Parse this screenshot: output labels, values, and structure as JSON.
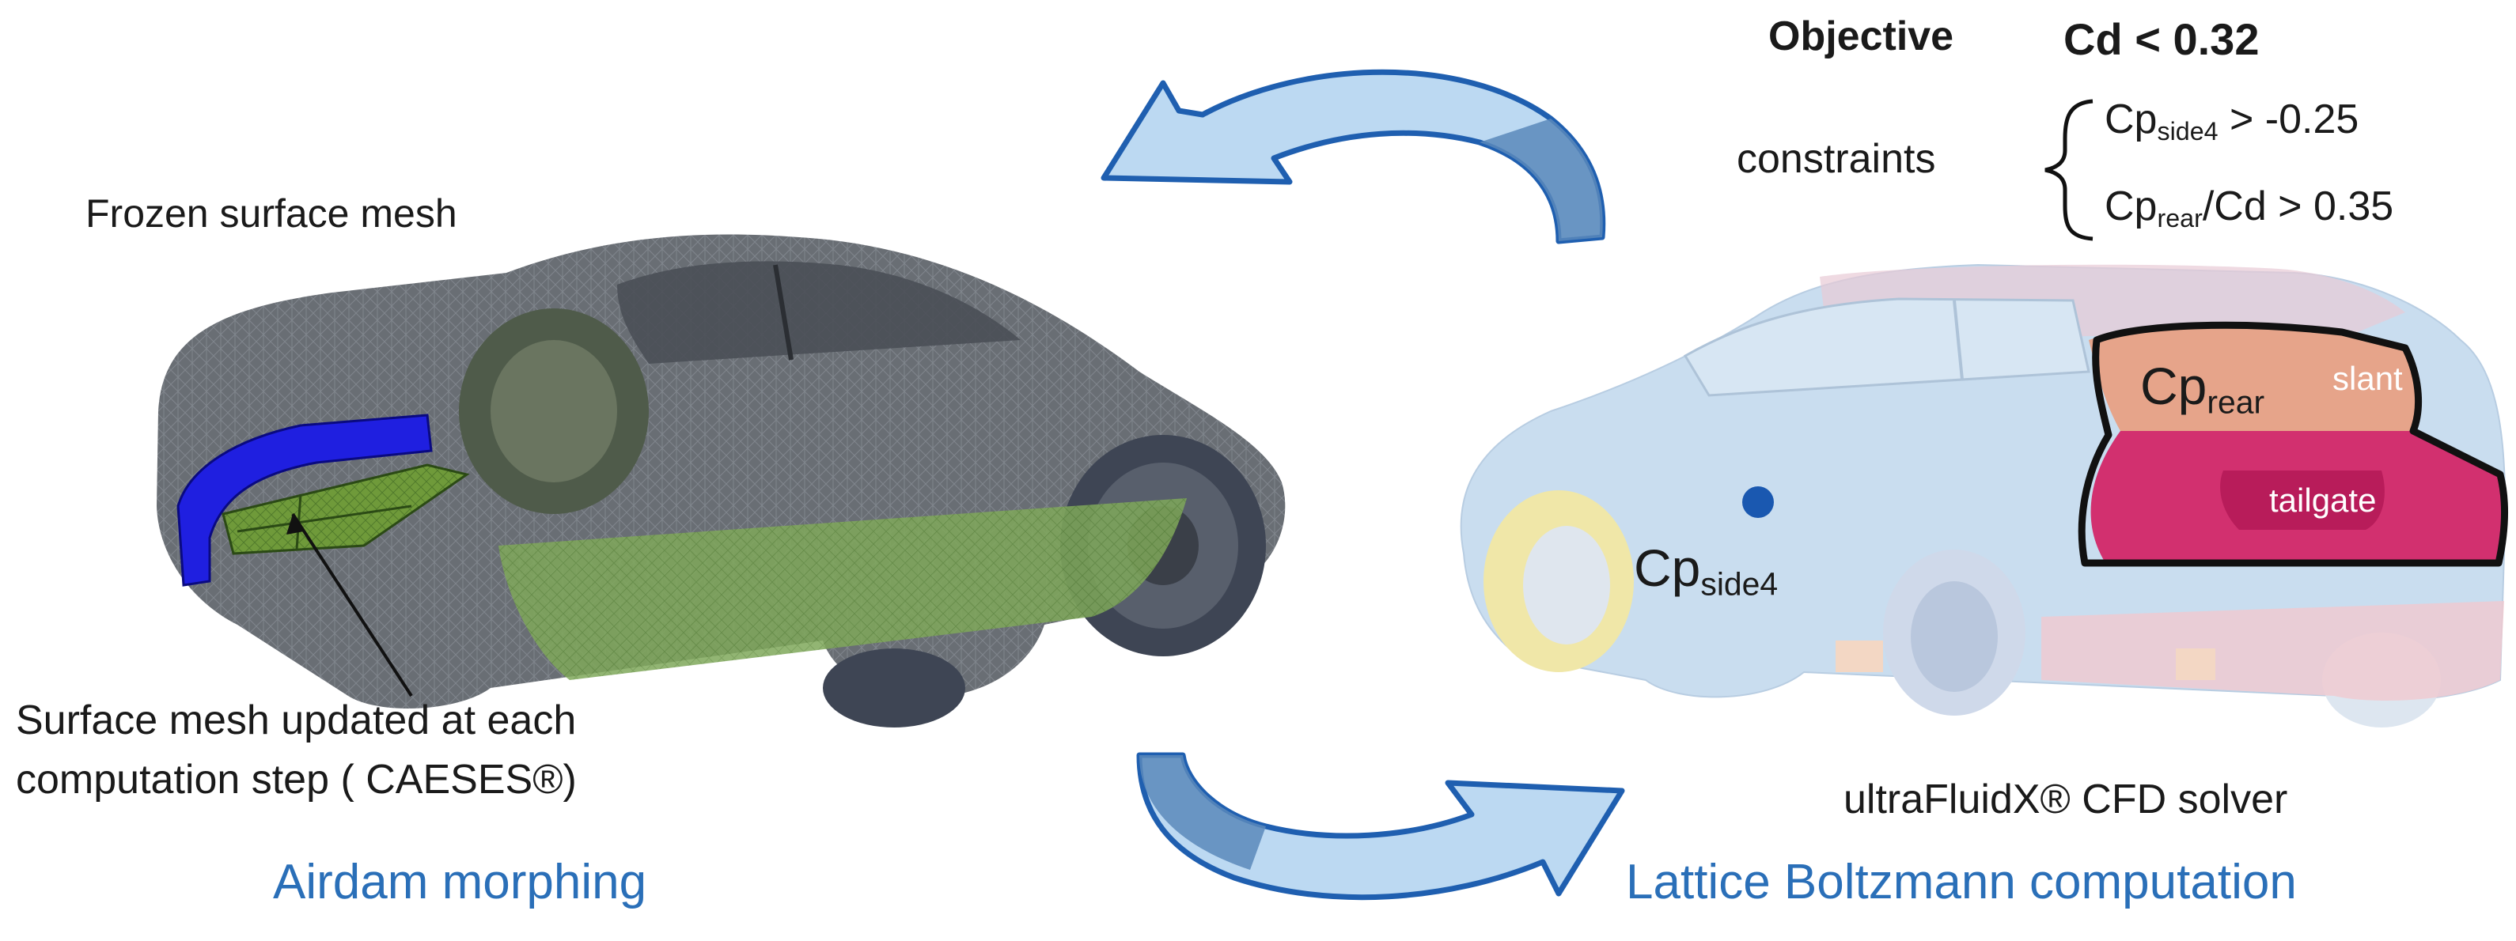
{
  "colors": {
    "caption_blue": "#2a6fb8",
    "arrow_fill": "#bcd9f2",
    "arrow_dark": "#4f7fb3",
    "arrow_outline": "#1f5fb0",
    "airdam_blue": "#1f1fe0",
    "mesh_green": "#6f9a3a",
    "rear_slant": "#e6a48a",
    "tailgate": "#d2306f",
    "car_body_light": "#c9ddef",
    "mesh_car": "#5a5f66"
  },
  "labels": {
    "objective": "Objective",
    "objective_value": "Cd < 0.32",
    "constraints": "constraints",
    "constraint1_main": "Cp",
    "constraint1_sub": "side4",
    "constraint1_tail": " > -0.25",
    "constraint2_main": "Cp",
    "constraint2_sub": "rear",
    "constraint2_tail": "/Cd > 0.35",
    "frozen_mesh": "Frozen surface mesh",
    "surface_update_line1": "Surface mesh updated at each",
    "surface_update_line2": "computation step ( CAESES®)",
    "airdam_morphing": "Airdam morphing",
    "cfd_solver": "ultraFluidX® CFD solver",
    "lattice_boltzmann": "Lattice Boltzmann computation",
    "cp_side_main": "Cp",
    "cp_side_sub": "side4",
    "cp_rear_main": "Cp",
    "cp_rear_sub": "rear",
    "slant": "slant",
    "tailgate": "tailgate"
  }
}
